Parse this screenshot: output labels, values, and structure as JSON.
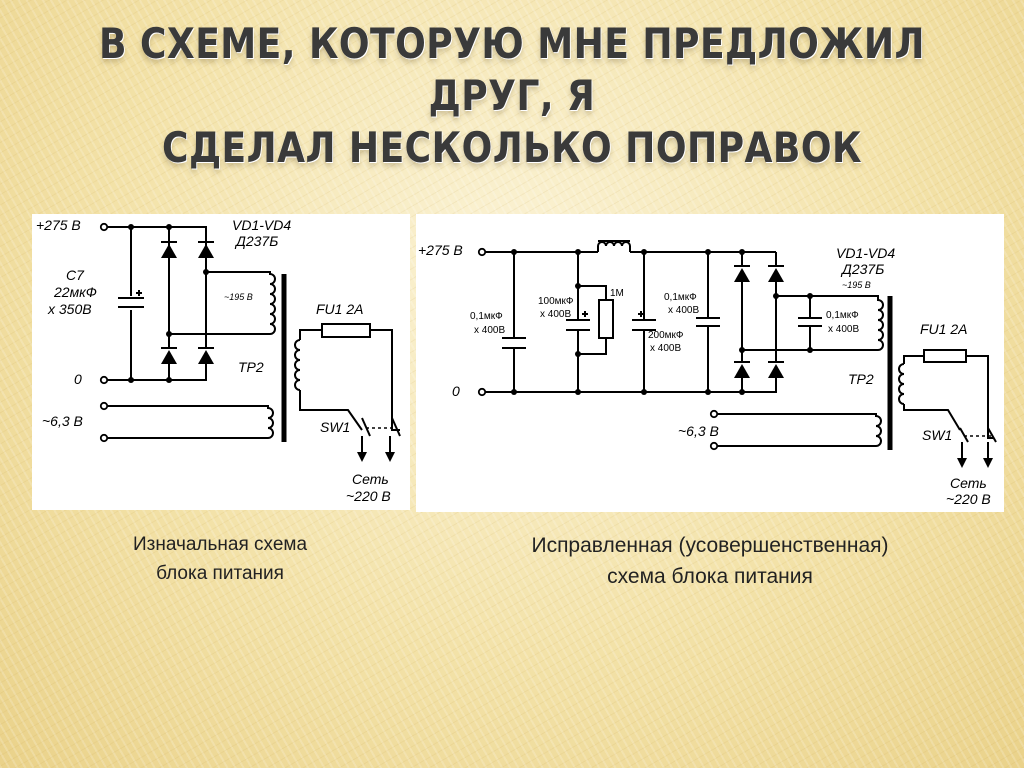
{
  "title": {
    "line1": "В СХЕМЕ, КОТОРУЮ МНЕ ПРЕДЛОЖИЛ ДРУГ, Я",
    "line2": "СДЕЛАЛ НЕСКОЛЬКО ПОПРАВОК"
  },
  "left_diagram": {
    "plus275": "+275 В",
    "zero": "0",
    "v63": "~6,3 В",
    "c_name": "С7",
    "c_val": "22мкФ",
    "c_volt": "х 350В",
    "vd": "VD1-VD4",
    "diode": "Д237Б",
    "v195": "~195 В",
    "tr": "ТР2",
    "fuse": "FU1  2А",
    "sw": "SW1",
    "mains1": "Сеть",
    "mains2": "~220 В"
  },
  "right_diagram": {
    "plus275": "+275 В",
    "zero": "0",
    "v63": "~6,3 В",
    "c1_a": "0,1мкФ",
    "c1_b": "х 400В",
    "c2_a": "100мкФ",
    "c2_b": "х 400В",
    "r1": "1М",
    "c3_a": "0,1мкФ",
    "c3_b": "х 400В",
    "c4_a": "200мкФ",
    "c4_b": "х 400В",
    "c5_a": "0,1мкФ",
    "c5_b": "х 400В",
    "vd": "VD1-VD4",
    "diode": "Д237Б",
    "v195": "~195 В",
    "tr": "ТР2",
    "fuse": "FU1  2А",
    "sw": "SW1",
    "mains1": "Сеть",
    "mains2": "~220 В"
  },
  "captions": {
    "left_line1": "Изначальная схема",
    "left_line2": "блока питания",
    "right_line1": "Исправленная (усовершенственная)",
    "right_line2": "схема блока питания"
  }
}
